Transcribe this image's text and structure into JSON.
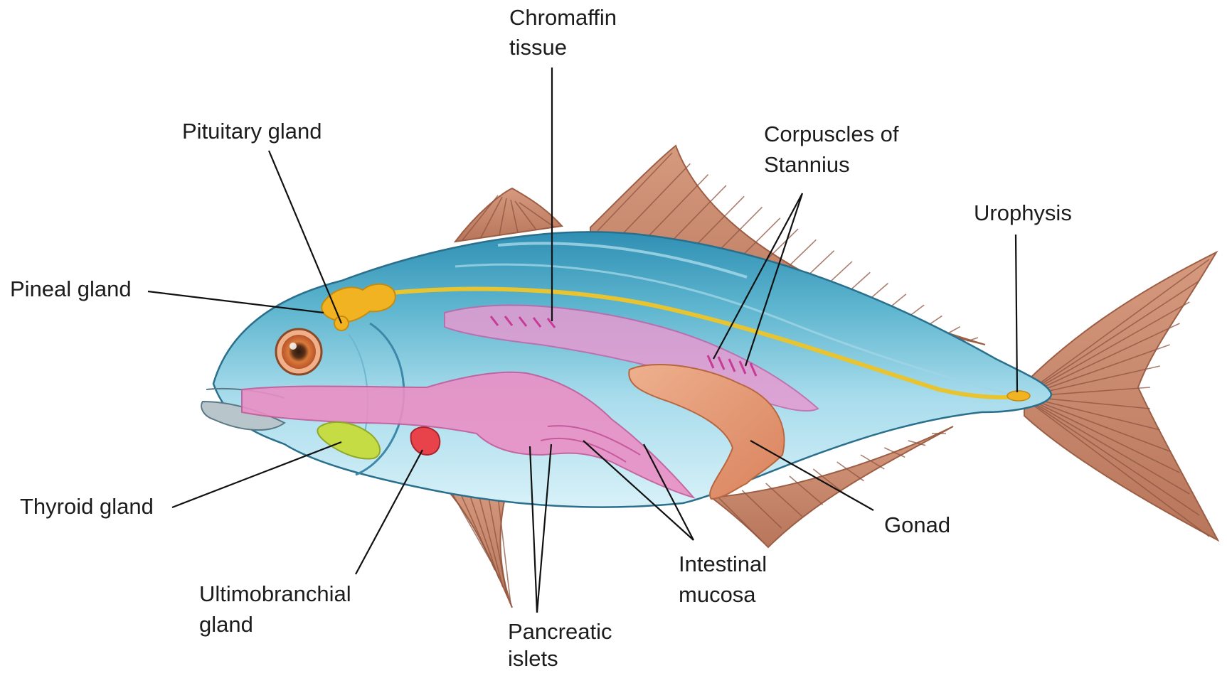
{
  "labels": {
    "chromaffin_line1": "Chromaffin",
    "chromaffin_line2": "tissue",
    "pituitary": "Pituitary gland",
    "corpuscles_line1": "Corpuscles of",
    "corpuscles_line2": "Stannius",
    "urophysis": "Urophysis",
    "pineal": "Pineal gland",
    "thyroid": "Thyroid gland",
    "gonad": "Gonad",
    "intestinal_line1": "Intestinal",
    "intestinal_line2": "mucosa",
    "ultimobranchial_line1": "Ultimobranchial",
    "ultimobranchial_line2": "gland",
    "pancreatic_line1": "Pancreatic",
    "pancreatic_line2": "islets"
  },
  "colors": {
    "body_blue": "#5fb6cf",
    "body_light": "#cfeef7",
    "fin_brown": "#c9876a",
    "fin_ray": "#8e5440",
    "endocrine_yellow": "#f2b322",
    "spinal_yellow": "#e8c430",
    "pink_tissue": "#e98fc6",
    "thyroid_green": "#c6dc45",
    "ultimobranchial_red": "#e8424a",
    "gonad_orange": "#e9a17e",
    "eye_orange": "#d36a2a"
  }
}
